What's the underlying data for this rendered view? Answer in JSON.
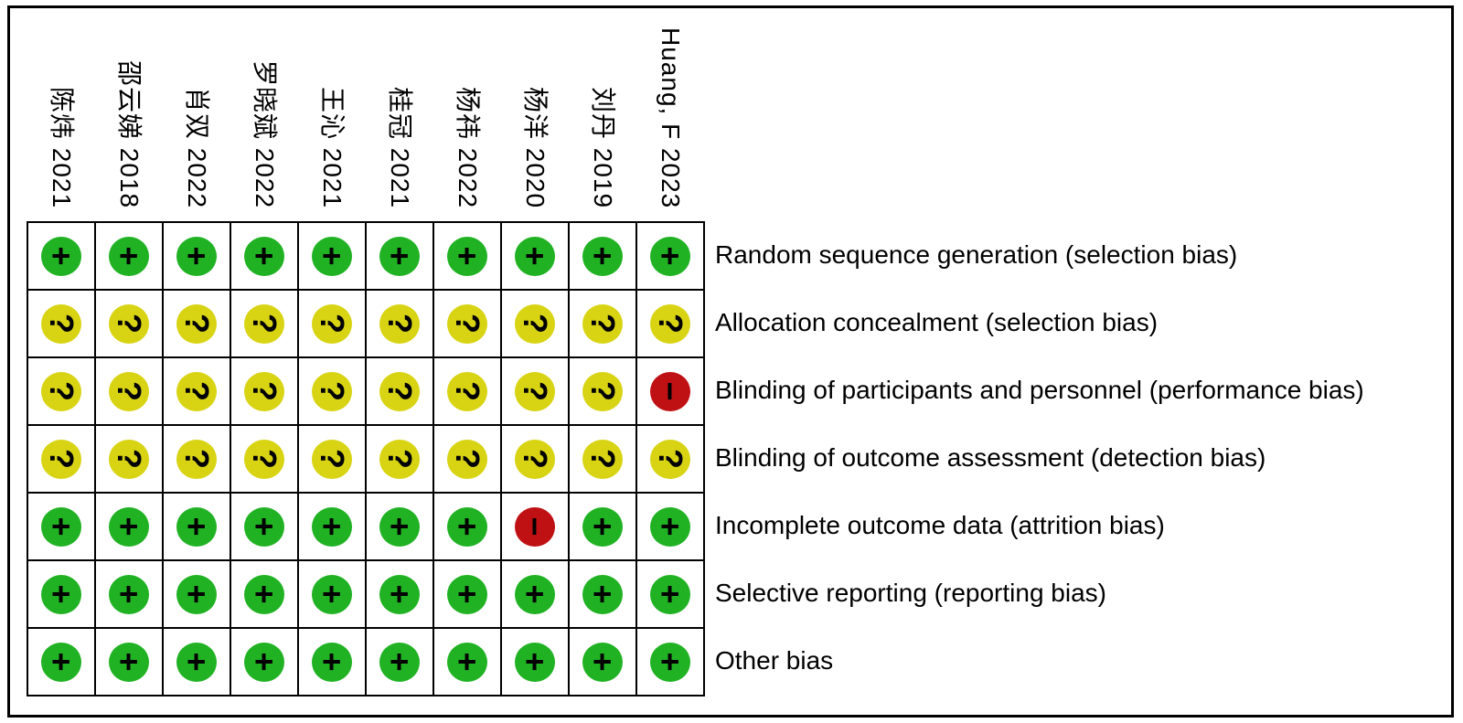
{
  "chart_data": {
    "type": "heatmap",
    "columns": [
      "陈炜 2021",
      "邵云娣 2018",
      "肖双 2022",
      "罗晓斌 2022",
      "王沁 2021",
      "桂冠 2021",
      "杨祎 2022",
      "杨洋 2020",
      "刘丹 2019",
      "Huang, F 2023"
    ],
    "rows": [
      "Random sequence generation (selection bias)",
      "Allocation concealment (selection bias)",
      "Blinding of participants and personnel (performance bias)",
      "Blinding of outcome assessment (detection bias)",
      "Incomplete outcome data (attrition bias)",
      "Selective reporting (reporting bias)",
      "Other bias"
    ],
    "values": [
      [
        "+",
        "+",
        "+",
        "+",
        "+",
        "+",
        "+",
        "+",
        "+",
        "+"
      ],
      [
        "?",
        "?",
        "?",
        "?",
        "?",
        "?",
        "?",
        "?",
        "?",
        "?"
      ],
      [
        "?",
        "?",
        "?",
        "?",
        "?",
        "?",
        "?",
        "?",
        "?",
        "-"
      ],
      [
        "?",
        "?",
        "?",
        "?",
        "?",
        "?",
        "?",
        "?",
        "?",
        "?"
      ],
      [
        "+",
        "+",
        "+",
        "+",
        "+",
        "+",
        "+",
        "-",
        "+",
        "+"
      ],
      [
        "+",
        "+",
        "+",
        "+",
        "+",
        "+",
        "+",
        "+",
        "+",
        "+"
      ],
      [
        "+",
        "+",
        "+",
        "+",
        "+",
        "+",
        "+",
        "+",
        "+",
        "+"
      ]
    ],
    "value_legend": {
      "+": "low risk of bias (green circle with plus)",
      "?": "unclear risk of bias (yellow circle with question mark)",
      "-": "high risk of bias (red circle with minus)"
    },
    "layout": {
      "grid": true,
      "legend_position": "none",
      "symbols_rotated_90deg": true
    }
  },
  "style": {
    "colors": {
      "+": "#21b224",
      "?": "#d8d414",
      "-": "#bf1114",
      "line": "#000000",
      "background": "#ffffff"
    },
    "glyphs": {
      "+": "+",
      "?": "?",
      "-": "−"
    }
  }
}
